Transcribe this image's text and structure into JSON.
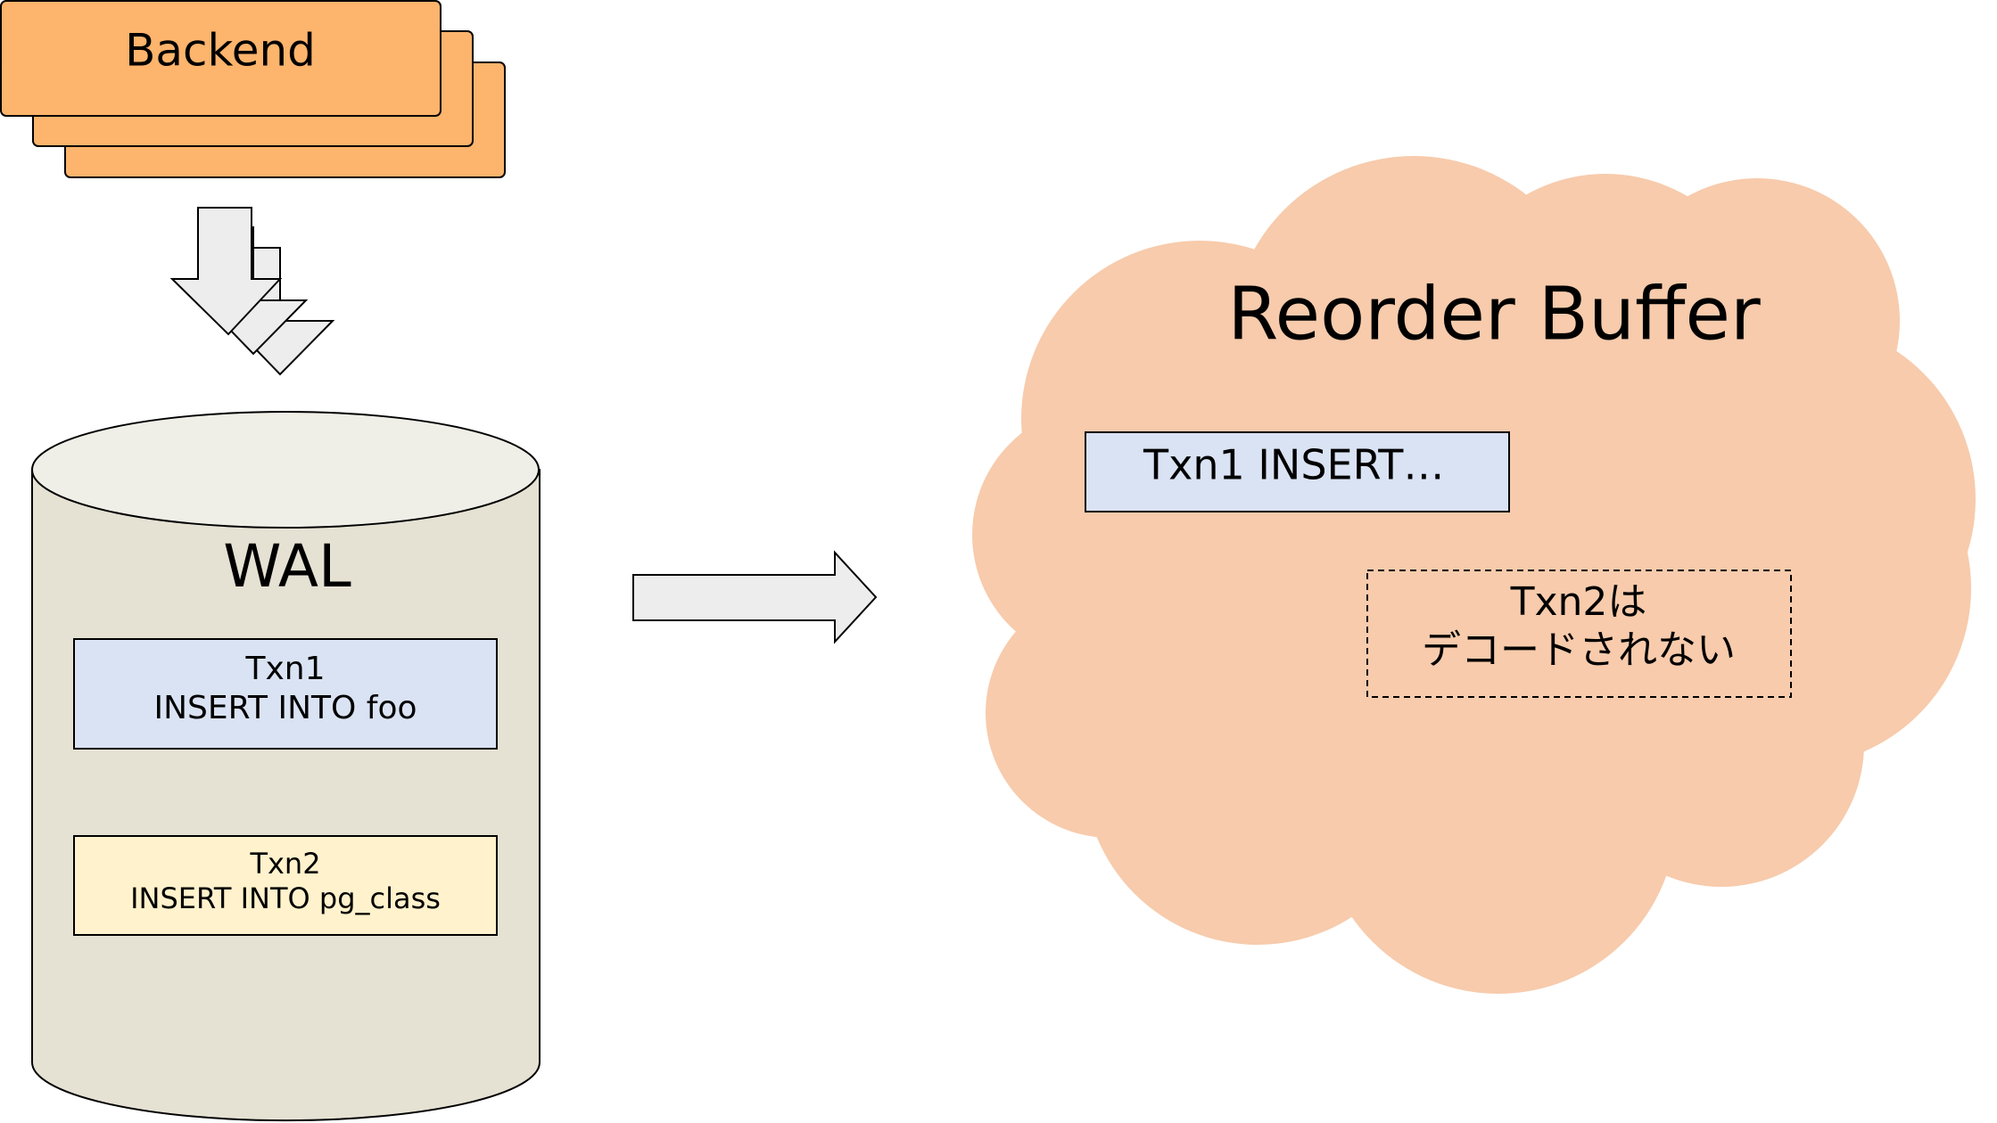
{
  "backend": {
    "label": "Backend",
    "fill": "#FDB46C",
    "stroke": "#000000"
  },
  "wal": {
    "label": "WAL",
    "body_fill": "#E5E1D3",
    "top_fill": "#EFEEE7",
    "entries": [
      {
        "line1": "Txn1",
        "line2": "INSERT INTO foo",
        "fill": "#DAE3F3"
      },
      {
        "line1": "Txn2",
        "line2": "INSERT INTO pg_class",
        "fill": "#FFF2CC"
      }
    ]
  },
  "arrows": {
    "fill": "#EDEDED",
    "stroke": "#000000"
  },
  "reorder_buffer": {
    "title": "Reorder Buffer",
    "fill": "#F7CBAC",
    "txn1_label": "Txn1 INSERT…",
    "txn1_fill": "#DAE3F3",
    "note_line1": "Txn2は",
    "note_line2": "デコードされない"
  }
}
